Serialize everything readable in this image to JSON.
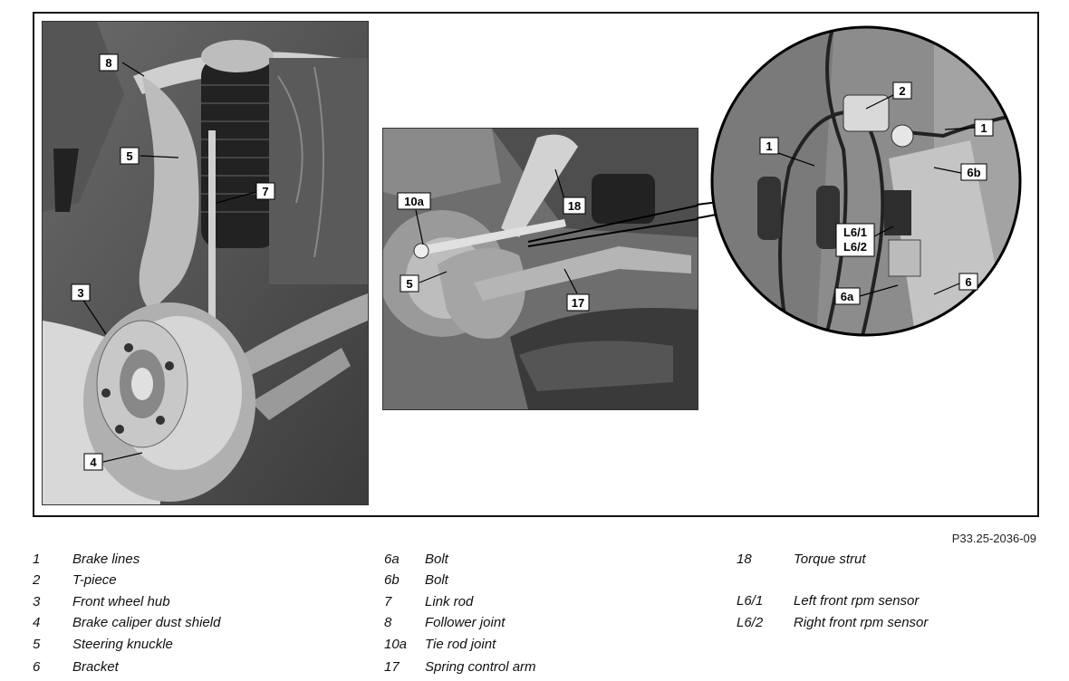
{
  "figure_ref": "P33.25-2036-09",
  "callouts": {
    "left": [
      "8",
      "5",
      "7",
      "3",
      "4"
    ],
    "middle": [
      "10a",
      "18",
      "5",
      "17"
    ],
    "inset": [
      "2",
      "1",
      "1",
      "6b",
      "L6/1",
      "L6/2",
      "6a",
      "6"
    ]
  },
  "legend": [
    {
      "num": "1",
      "text": "Brake lines"
    },
    {
      "num": "2",
      "text": "T-piece"
    },
    {
      "num": "3",
      "text": "Front wheel hub"
    },
    {
      "num": "4",
      "text": "Brake caliper dust shield"
    },
    {
      "num": "5",
      "text": "Steering knuckle"
    },
    {
      "num": "6",
      "text": "Bracket"
    },
    {
      "num": "6a",
      "text": "Bolt"
    },
    {
      "num": "6b",
      "text": "Bolt"
    },
    {
      "num": "7",
      "text": "Link rod"
    },
    {
      "num": "8",
      "text": "Follower joint"
    },
    {
      "num": "10a",
      "text": "Tie rod joint"
    },
    {
      "num": "17",
      "text": "Spring control arm"
    },
    {
      "num": "18",
      "text": "Torque strut"
    },
    {
      "num": "L6/1",
      "text": "Left front rpm sensor"
    },
    {
      "num": "L6/2",
      "text": "Right front rpm sensor"
    }
  ]
}
